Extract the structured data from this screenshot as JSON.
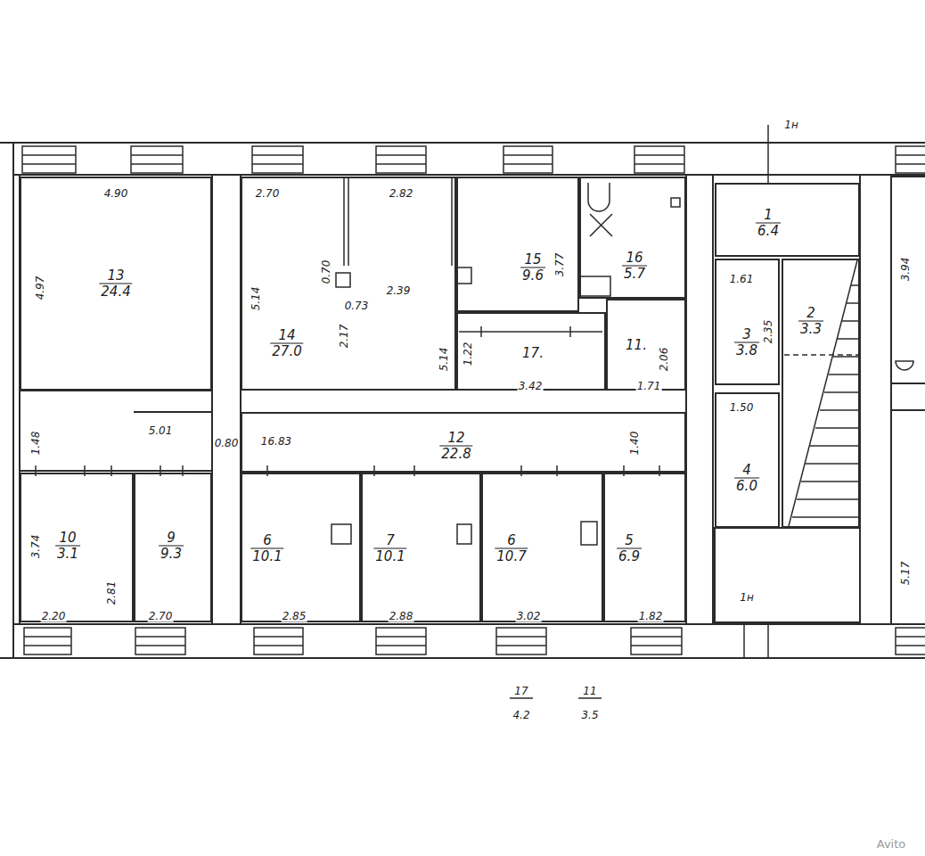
{
  "diagram": {
    "nodes": [
      {
        "text": [
          "13",
          "24.4"
        ]
      },
      {
        "text": [
          "14",
          "27.0"
        ]
      },
      {
        "text": [
          "15",
          "9.6"
        ]
      },
      {
        "text": [
          "16",
          "5.7"
        ]
      },
      {
        "text": [
          "1",
          "6.4"
        ]
      },
      {
        "text": [
          "2",
          "3.3"
        ]
      },
      {
        "text": [
          "3",
          "3.8"
        ]
      },
      {
        "text": [
          "17."
        ]
      },
      {
        "text": [
          "11."
        ]
      },
      {
        "text": [
          "12",
          "22.8"
        ]
      },
      {
        "text": [
          "4",
          "6.0"
        ]
      },
      {
        "text": [
          "10",
          "3.1"
        ]
      },
      {
        "text": [
          "9",
          "9.3"
        ]
      },
      {
        "text": [
          "6",
          "10.1"
        ]
      },
      {
        "text": [
          "7",
          "10.1"
        ]
      },
      {
        "text": [
          "6",
          "10.7"
        ]
      },
      {
        "text": [
          "5",
          "6.9"
        ]
      }
    ],
    "labels": [
      "4.90",
      "4.97",
      "2.70",
      "2.82",
      "5.14",
      "0.70",
      "0.73",
      "2.39",
      "2.17",
      "5.14",
      "3.77",
      "1.22",
      "3.42",
      "2.06",
      "1.71",
      "1.61",
      "2.35",
      "1.50",
      "1.48",
      "5.01",
      "0.80",
      "16.83",
      "1.40",
      "3.74",
      "2.81",
      "2.20",
      "2.70",
      "2.85",
      "2.88",
      "3.02",
      "1.82",
      "1н",
      "1н",
      "3.94",
      "5.17",
      "17",
      "4.2",
      "11",
      "3.5",
      "Avito"
    ]
  }
}
